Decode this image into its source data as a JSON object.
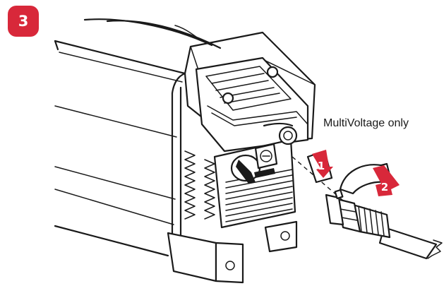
{
  "step": {
    "number": "3"
  },
  "caption": "MultiVoltage only",
  "markers": [
    {
      "label": "1",
      "meaning": "push"
    },
    {
      "label": "2",
      "meaning": "rotate"
    }
  ],
  "colors": {
    "accent": "#d8283a",
    "line": "#1a1a1a",
    "background": "#ffffff"
  },
  "icons": [
    "step-badge",
    "push-arrow-icon",
    "rotate-arrow-icon"
  ]
}
